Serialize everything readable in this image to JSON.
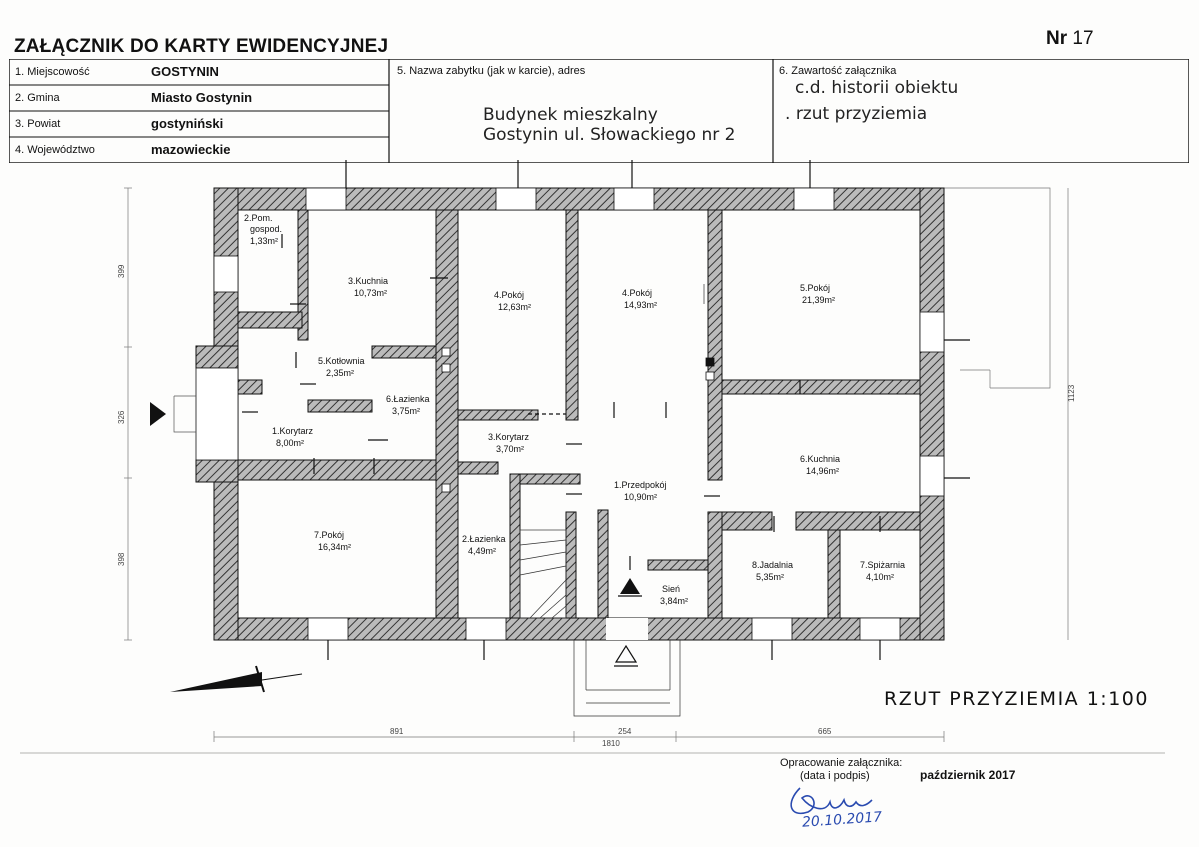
{
  "header": {
    "title": "ZAŁĄCZNIK DO KARTY EWIDENCYJNEJ",
    "nr_label": "Nr",
    "nr_value": "17",
    "rows": [
      {
        "label": "1. Miejscowość",
        "value": "GOSTYNIN"
      },
      {
        "label": "2. Gmina",
        "value": "Miasto Gostynin"
      },
      {
        "label": "3. Powiat",
        "value": "gostyniński"
      },
      {
        "label": "4. Województwo",
        "value": "mazowieckie"
      }
    ],
    "col5_label": "5. Nazwa zabytku (jak w karcie), adres",
    "col5_line1": "Budynek mieszkalny",
    "col5_line2": "Gostynin ul. Słowackiego nr 2",
    "col6_label": "6. Zawartość załącznika",
    "col6_line1": "c.d. historii obiektu",
    "col6_line2": "rzut przyziemia"
  },
  "plan": {
    "title": "RZUT PRZYZIEMIA 1:100",
    "rooms": [
      {
        "name": "2.Pom.",
        "name2": "gospod.",
        "area": "1,33m²"
      },
      {
        "name": "3.Kuchnia",
        "area": "10,73m²"
      },
      {
        "name": "4.Pokój",
        "area": "12,63m²"
      },
      {
        "name": "4.Pokój",
        "area": "14,93m²"
      },
      {
        "name": "5.Pokój",
        "area": "21,39m²"
      },
      {
        "name": "5.Kotłownia",
        "area": "2,35m²"
      },
      {
        "name": "6.Łazienka",
        "area": "3,75m²"
      },
      {
        "name": "1.Korytarz",
        "area": "8,00m²"
      },
      {
        "name": "3.Korytarz",
        "area": "3,70m²"
      },
      {
        "name": "6.Kuchnia",
        "area": "14,96m²"
      },
      {
        "name": "1.Przedpokój",
        "area": "10,90m²"
      },
      {
        "name": "7.Pokój",
        "area": "16,34m²"
      },
      {
        "name": "2.Łazienka",
        "area": "4,49m²"
      },
      {
        "name": "Sień",
        "area": "3,84m²"
      },
      {
        "name": "8.Jadalnia",
        "area": "5,35m²"
      },
      {
        "name": "7.Spiżarnia",
        "area": "4,10m²"
      }
    ],
    "dims": {
      "left": [
        "399",
        "326",
        "398"
      ],
      "right": "1123",
      "bottom": [
        "891",
        "254",
        "665"
      ],
      "total": "1810"
    }
  },
  "footer": {
    "line1": "Opracowanie załącznika:",
    "line2": "(data i podpis)",
    "date": "październik 2017",
    "sign_date": "20.10.2017"
  }
}
